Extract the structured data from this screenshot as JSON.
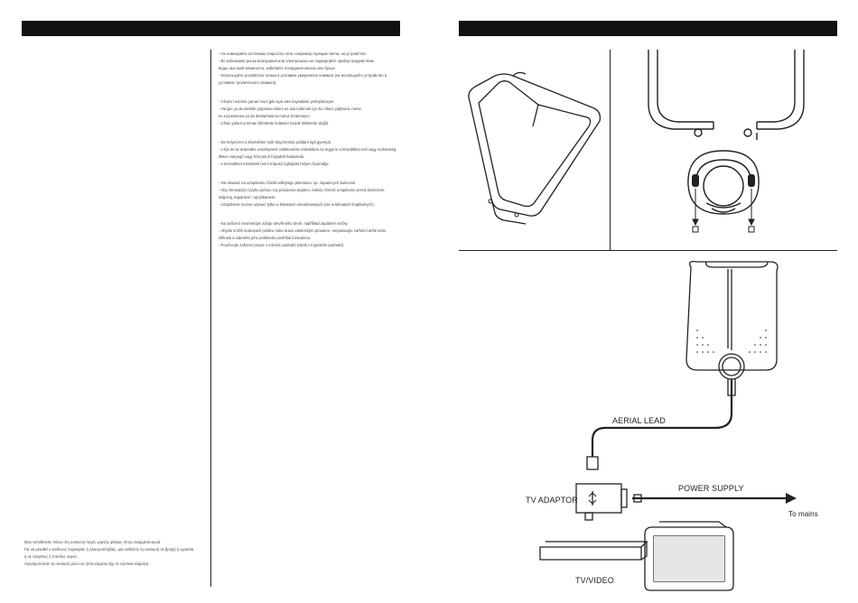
{
  "left_page": {
    "sections": [
      {
        "lines": [
          "- Не помещайте источники открытого огня, например горящие свечи, на устройство.",
          "- Во избежание риска возгорания или электрошока не подвергайте прибор воздействию",
          "  воды, высокой влажности, избегайте попадания капель или брызг.",
          "- Используйте устройство только в условиях умеренного климата (не используйте устройство в",
          "  условиях тропического климата)."
        ]
      },
      {
        "lines": [
          "- Cihazın üzerine yanan mum gibi açık alev kaynakları yerleştirmeyin.",
          "- Yangın ya da elektrik çarpması riskini en aza indirmek için bu cihazı yağmura, nemе,",
          "  su sıçramasına ya da damlamasına maruz bırakmayın.",
          "- Cihaz yalnızca ılıman iklimlerde kullanılır (tropik iklimlerde değil)."
        ]
      },
      {
        "lines": [
          "- Ne helyezzen a készülékre nyílt láng-forrást, például égő gyertyát.",
          "- A tűz és az áramütés veszélyének csökkentése érdekében ne tegye ki a készüléket eső vagy nedvesség,",
          "  illetve csepegő vagy fröccsenő folyadék hatásának.",
          "- A készüléket mérsékelt (nem trópusi) éghajlatú helyen használja."
        ]
      },
      {
        "lines": [
          "- Nie stawiać na urządzeniu źródeł odkrytego płomienia, np. zapalonych świeczek.",
          "- Aby zmniejszyć ryzyko pożaru czy porażenia prądem, należy chronić urządzenie przed deszczem,",
          "  wilgocią, kapaniem i opryskaniem.",
          "- Urządzenie można używać tylko w klimatach umiarkowanych (nie w klimatach tropikalnych)."
        ]
      },
      {
        "lines": [
          "- Na zařízení neumisťujte zdroje otevřeného ohně, například zapálené svíčky.",
          "- Abyste snížili nebezpečí požáru nebo úrazu elektrickým proudem, nevystavujte zařízení dešti nebo",
          "  vlhkosti a zabraňte jeho politínebo postříkání tekutinou.",
          "- Používejte zařízení pouze v mírném podnebí (nikoli v tropickém podnebí)."
        ]
      }
    ],
    "greek_lines": [
      "Μην τοποθετείτε πάνω στη συσκευή πηγές γυμνής φλόγας όπως αναμμένα κεριά.",
      "Για να μειωθεί ο κίνδυνος πυρκαγιάς ή ηλεκτροπληξίας, μην εκθέτετε τη συσκευή σε βροχή ή υγρασία,",
      "ή σε σταγόνες ή πιτσίλες νερού.",
      "Χρησιμοποιείτε τη συσκευή μόνο σε ήπια κλίματα (όχι σε τροπικά κλίματα)."
    ]
  },
  "diagram": {
    "aerial_lead": "AERIAL LEAD",
    "power_supply": "POWER SUPPLY",
    "tv_adaptor": "TV ADAPTOR",
    "to_mains": "To mains",
    "tv_video": "TV/VIDEO"
  }
}
